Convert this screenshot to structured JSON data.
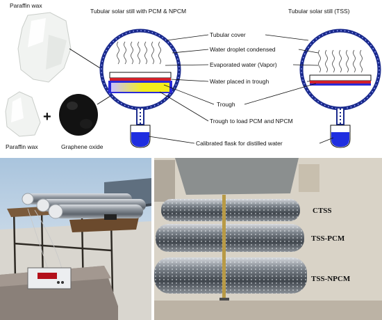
{
  "top_labels": {
    "paraffin_wax_top": "Paraffin wax",
    "paraffin_wax_bottom": "Paraffin wax",
    "graphene_oxide": "Graphene oxide",
    "plus_sign": "+",
    "title_left": "Tubular solar still with PCM & NPCM",
    "title_right": "Tubular solar still (TSS)"
  },
  "callouts": [
    "Tubular cover",
    "Water droplet condensed",
    "Evaporated water (Vapor)",
    "Water placed in trough",
    "Trough",
    "Trough to load PCM and NPCM",
    "Calibrated flask for distilled water"
  ],
  "photo_labels": {
    "ctss": "CTSS",
    "tss_pcm": "TSS-PCM",
    "tss_npcm": "TSS-NPCM"
  },
  "colors": {
    "tube_ring": "#1a2a8c",
    "tube_dots": "#9aa6ff",
    "water": "#d1202a",
    "trough_blue": "#2a2ad8",
    "pcm_yellow": "#f4ee1a",
    "flask_water": "#1f2ee0",
    "graphene": "#111111",
    "wax": "#f2f4f2"
  }
}
